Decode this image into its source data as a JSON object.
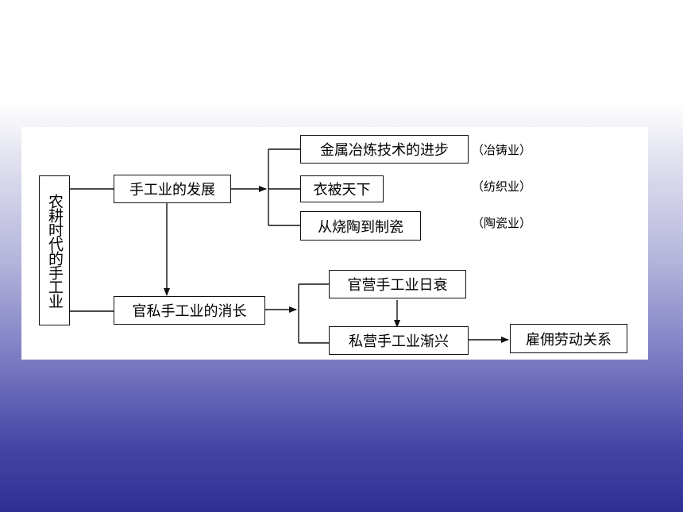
{
  "diagram": {
    "root": "农耕时代的手工业",
    "branch_development": "手工业的发展",
    "branch_rise_fall": "官私手工业的消长",
    "dev_items": [
      {
        "label": "金属冶炼技术的进步",
        "note": "（冶铸业）"
      },
      {
        "label": "衣被天下",
        "note": "（纺织业）"
      },
      {
        "label": "从烧陶到制瓷",
        "note": "（陶瓷业）"
      }
    ],
    "official_decline": "官营手工业日衰",
    "private_rise": "私营手工业渐兴",
    "employment": "雇佣劳动关系"
  }
}
